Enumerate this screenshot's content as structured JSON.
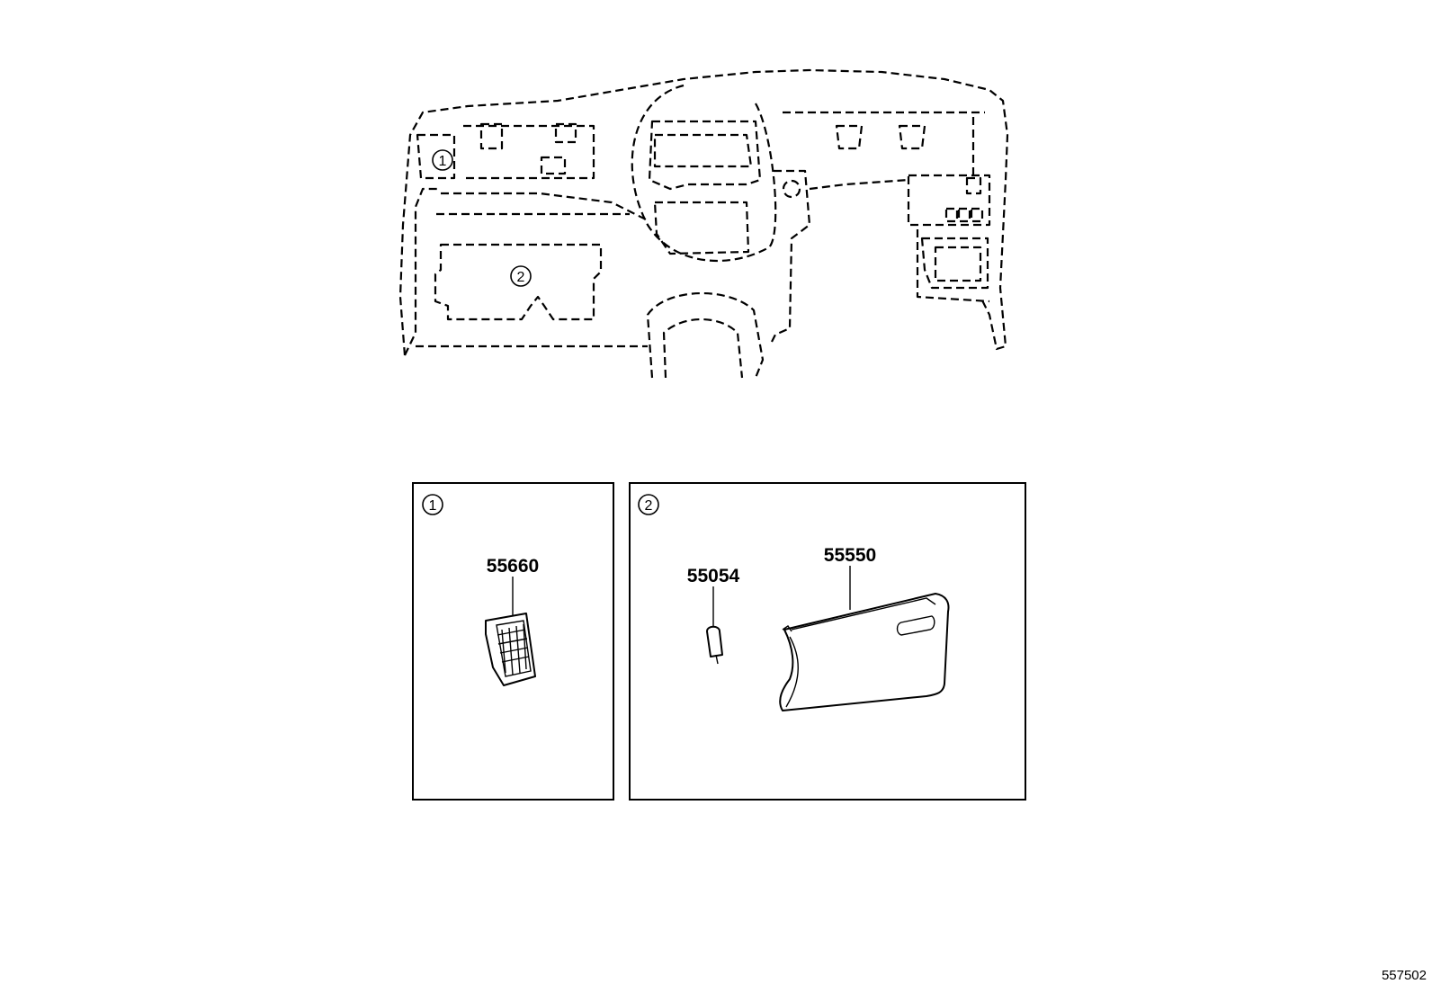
{
  "overview": {
    "callouts": [
      {
        "id": "1",
        "symbol": "①"
      },
      {
        "id": "2",
        "symbol": "②"
      }
    ]
  },
  "panels": [
    {
      "id": "1",
      "symbol": "①",
      "parts": [
        {
          "number": "55660",
          "name": "side vent register"
        }
      ]
    },
    {
      "id": "2",
      "symbol": "②",
      "parts": [
        {
          "number": "55054",
          "name": "bulb"
        },
        {
          "number": "55550",
          "name": "glove compartment door"
        }
      ]
    }
  ],
  "diagram_id": "557502"
}
